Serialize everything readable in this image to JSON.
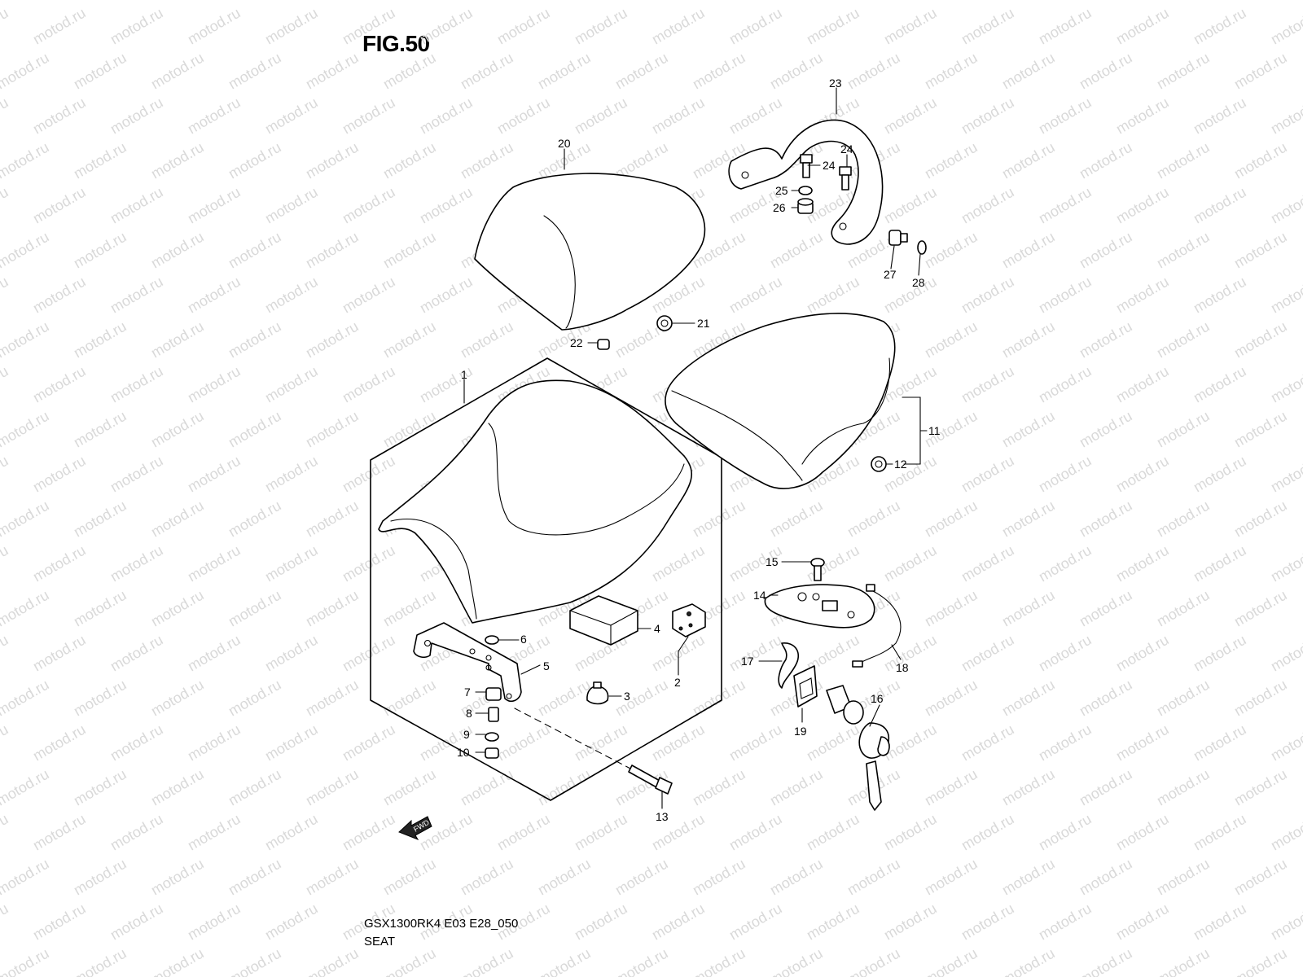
{
  "figure": {
    "title": "FIG.50",
    "code": "GSX1300RK4 E03 E28_050",
    "name": "SEAT",
    "watermark": "motod.ru",
    "direction_label": "FWD"
  },
  "callouts": [
    {
      "id": "c1",
      "label": "1"
    },
    {
      "id": "c2",
      "label": "2"
    },
    {
      "id": "c3",
      "label": "3"
    },
    {
      "id": "c4",
      "label": "4"
    },
    {
      "id": "c5",
      "label": "5"
    },
    {
      "id": "c6",
      "label": "6"
    },
    {
      "id": "c7",
      "label": "7"
    },
    {
      "id": "c8",
      "label": "8"
    },
    {
      "id": "c9",
      "label": "9"
    },
    {
      "id": "c10",
      "label": "10"
    },
    {
      "id": "c11",
      "label": "11"
    },
    {
      "id": "c12",
      "label": "12"
    },
    {
      "id": "c13",
      "label": "13"
    },
    {
      "id": "c14",
      "label": "14"
    },
    {
      "id": "c15",
      "label": "15"
    },
    {
      "id": "c16",
      "label": "16"
    },
    {
      "id": "c17",
      "label": "17"
    },
    {
      "id": "c18",
      "label": "18"
    },
    {
      "id": "c19",
      "label": "19"
    },
    {
      "id": "c20",
      "label": "20"
    },
    {
      "id": "c21",
      "label": "21"
    },
    {
      "id": "c22",
      "label": "22"
    },
    {
      "id": "c23",
      "label": "23"
    },
    {
      "id": "c24a",
      "label": "24"
    },
    {
      "id": "c24b",
      "label": "24"
    },
    {
      "id": "c25",
      "label": "25"
    },
    {
      "id": "c26",
      "label": "26"
    },
    {
      "id": "c27",
      "label": "27"
    },
    {
      "id": "c28",
      "label": "28"
    }
  ]
}
